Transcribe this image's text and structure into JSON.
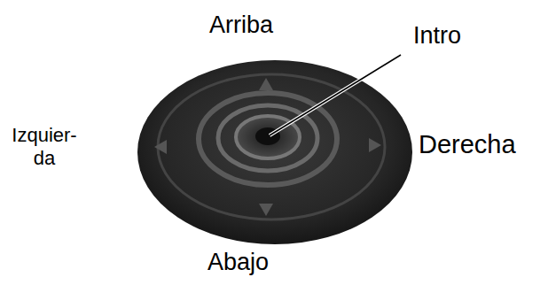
{
  "diagram": {
    "labels": [
      "Arriba",
      "Intro",
      "Izquier- da",
      "Derecha",
      "Abajo"
    ]
  }
}
